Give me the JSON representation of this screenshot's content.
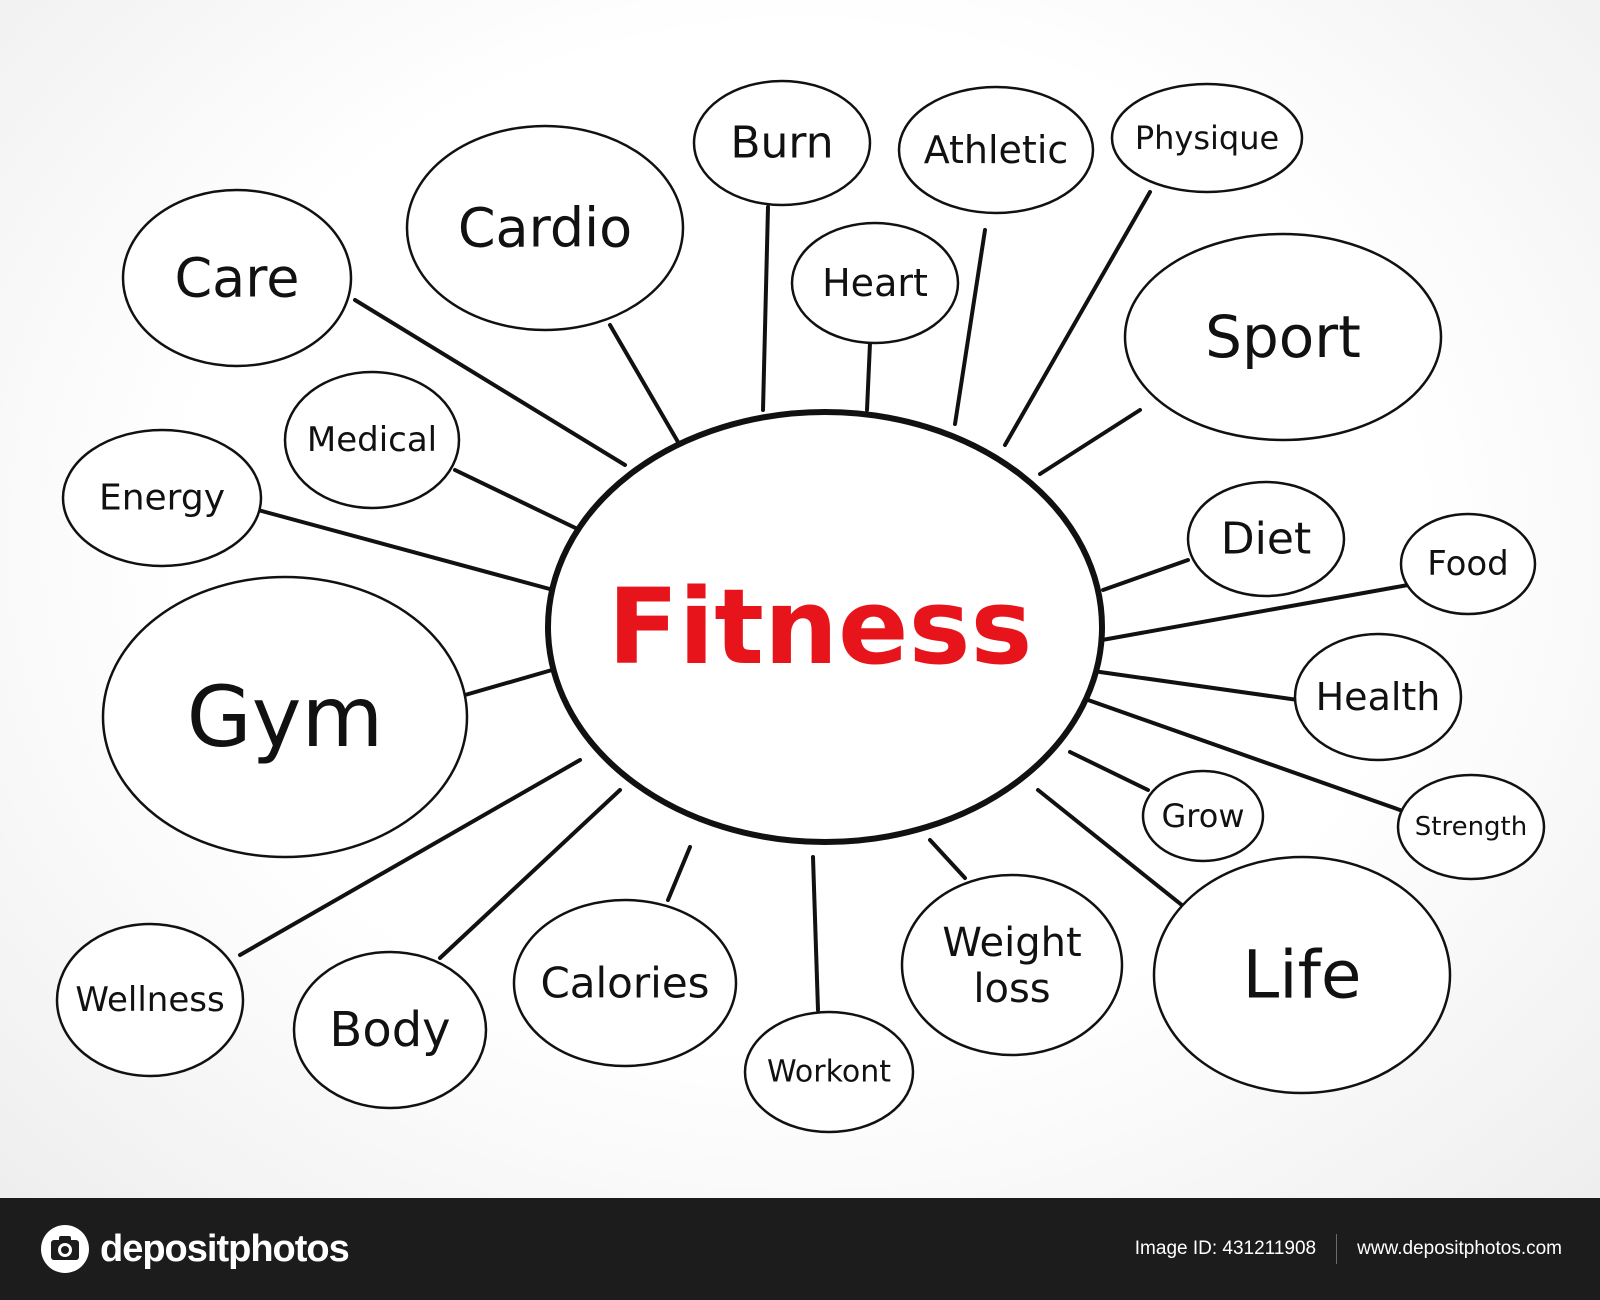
{
  "diagram": {
    "center": {
      "label": "Fitness",
      "color": "#e8141c"
    },
    "nodes": [
      {
        "id": "care",
        "label": "Care"
      },
      {
        "id": "cardio",
        "label": "Cardio"
      },
      {
        "id": "burn",
        "label": "Burn"
      },
      {
        "id": "athletic",
        "label": "Athletic"
      },
      {
        "id": "physique",
        "label": "Physique"
      },
      {
        "id": "heart",
        "label": "Heart"
      },
      {
        "id": "sport",
        "label": "Sport"
      },
      {
        "id": "medical",
        "label": "Medical"
      },
      {
        "id": "energy",
        "label": "Energy"
      },
      {
        "id": "diet",
        "label": "Diet"
      },
      {
        "id": "food",
        "label": "Food"
      },
      {
        "id": "gym",
        "label": "Gym"
      },
      {
        "id": "health",
        "label": "Health"
      },
      {
        "id": "grow",
        "label": "Grow"
      },
      {
        "id": "strength",
        "label": "Strength"
      },
      {
        "id": "wellness",
        "label": "Wellness"
      },
      {
        "id": "body",
        "label": "Body"
      },
      {
        "id": "calories",
        "label": "Calories"
      },
      {
        "id": "weight-loss",
        "label": "Weight loss"
      },
      {
        "id": "life",
        "label": "Life"
      },
      {
        "id": "workout",
        "label": "Workont"
      }
    ]
  },
  "footer": {
    "brand": "depositphotos",
    "image_id": "Image ID: 431211908",
    "site": "www.depositphotos.com"
  }
}
